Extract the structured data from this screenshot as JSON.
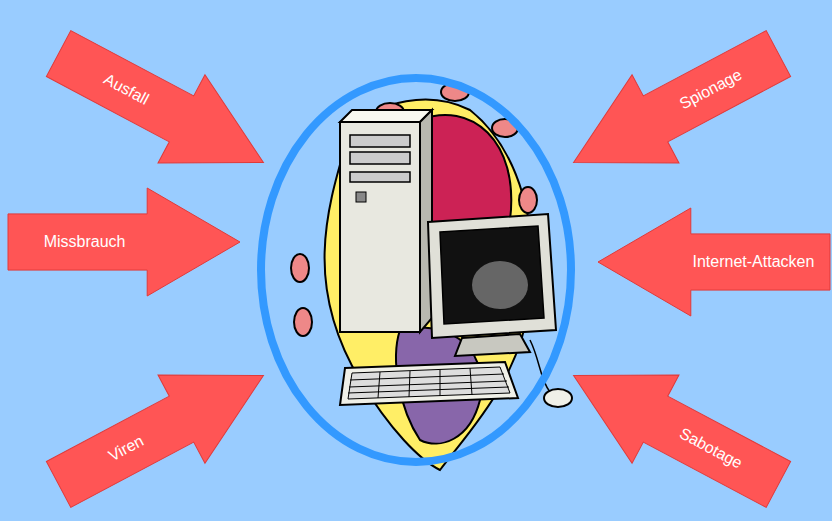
{
  "diagram": {
    "nodes": [
      {
        "text": [
          "Ausfall"
        ]
      },
      {
        "text": [
          "Spionage"
        ]
      },
      {
        "text": [
          "Missbrauch"
        ]
      },
      {
        "text": [
          "Internet-Attacken"
        ]
      },
      {
        "text": [
          "Viren"
        ]
      },
      {
        "text": [
          "Sabotage"
        ]
      }
    ]
  }
}
